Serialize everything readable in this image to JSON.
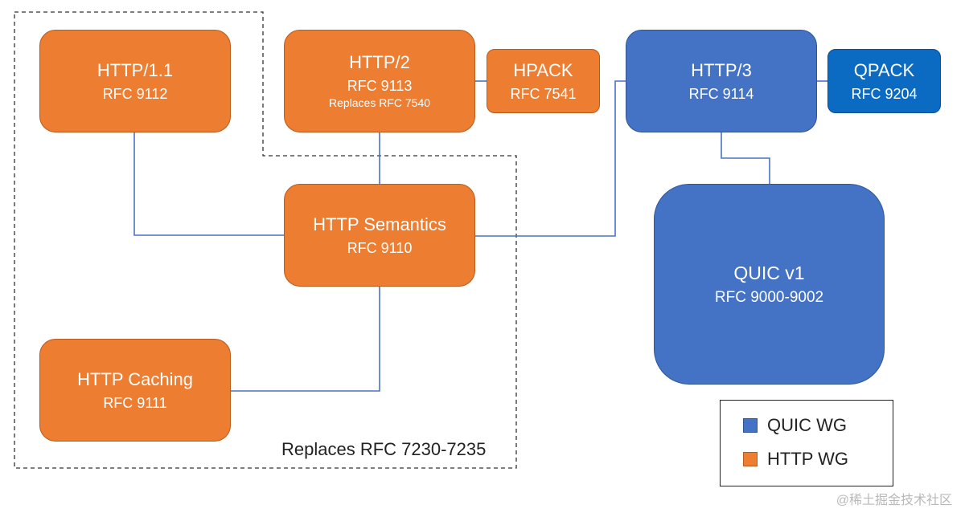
{
  "nodes": {
    "http11": {
      "title": "HTTP/1.1",
      "rfc": "RFC 9112"
    },
    "http2": {
      "title": "HTTP/2",
      "rfc": "RFC 9113",
      "note": "Replaces RFC 7540"
    },
    "hpack": {
      "title": "HPACK",
      "rfc": "RFC 7541"
    },
    "http3": {
      "title": "HTTP/3",
      "rfc": "RFC 9114"
    },
    "qpack": {
      "title": "QPACK",
      "rfc": "RFC 9204"
    },
    "semantics": {
      "title": "HTTP Semantics",
      "rfc": "RFC 9110"
    },
    "quic": {
      "title": "QUIC v1",
      "rfc": "RFC 9000-9002"
    },
    "caching": {
      "title": "HTTP Caching",
      "rfc": "RFC 9111"
    }
  },
  "group_note": "Replaces RFC 7230-7235",
  "legend": {
    "quic_wg": {
      "label": "QUIC WG",
      "color": "#4472C4"
    },
    "http_wg": {
      "label": "HTTP WG",
      "color": "#ED7D31"
    }
  },
  "watermark": "@稀土掘金技术社区",
  "colors": {
    "http_wg": "#ED7D31",
    "quic_wg": "#4472C4",
    "qpack": "#0B6BC2",
    "connector": "#4A72C4"
  }
}
